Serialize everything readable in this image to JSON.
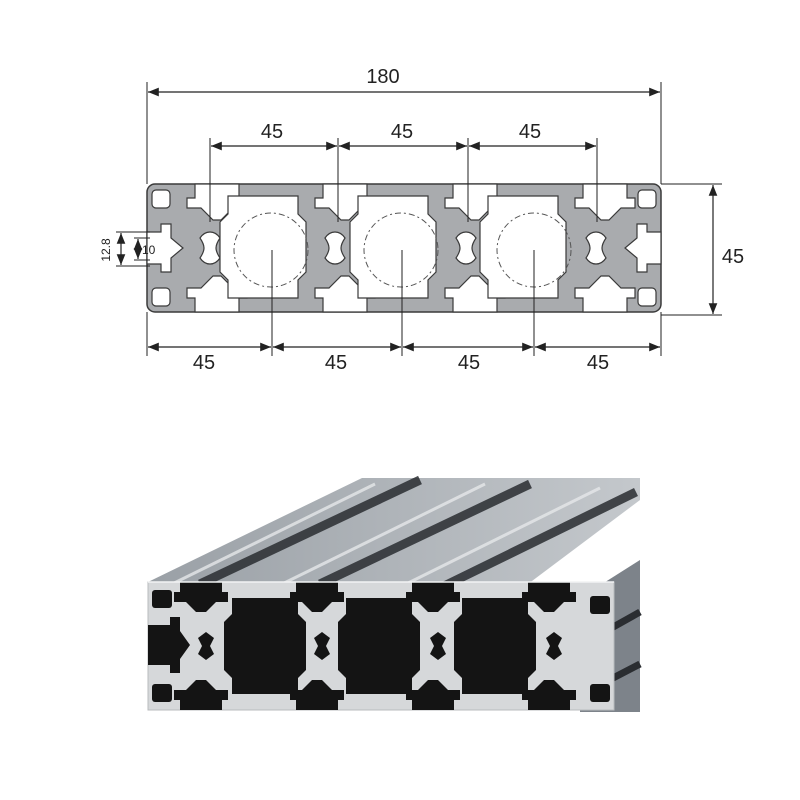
{
  "drawing": {
    "overall_width": "180",
    "height": "45",
    "top_pitch_1": "45",
    "top_pitch_2": "45",
    "top_pitch_3": "45",
    "bottom_pitch_1": "45",
    "bottom_pitch_2": "45",
    "bottom_pitch_3": "45",
    "bottom_pitch_4": "45",
    "slot_opening": "12.8",
    "slot_width": "10"
  },
  "colors": {
    "profile_fill": "#a9abae",
    "profile_stroke": "#3a3a3a",
    "dimension_line": "#222222",
    "photo_face": "#d6d8da",
    "photo_top": "#8c9198",
    "photo_dark": "#141414"
  }
}
